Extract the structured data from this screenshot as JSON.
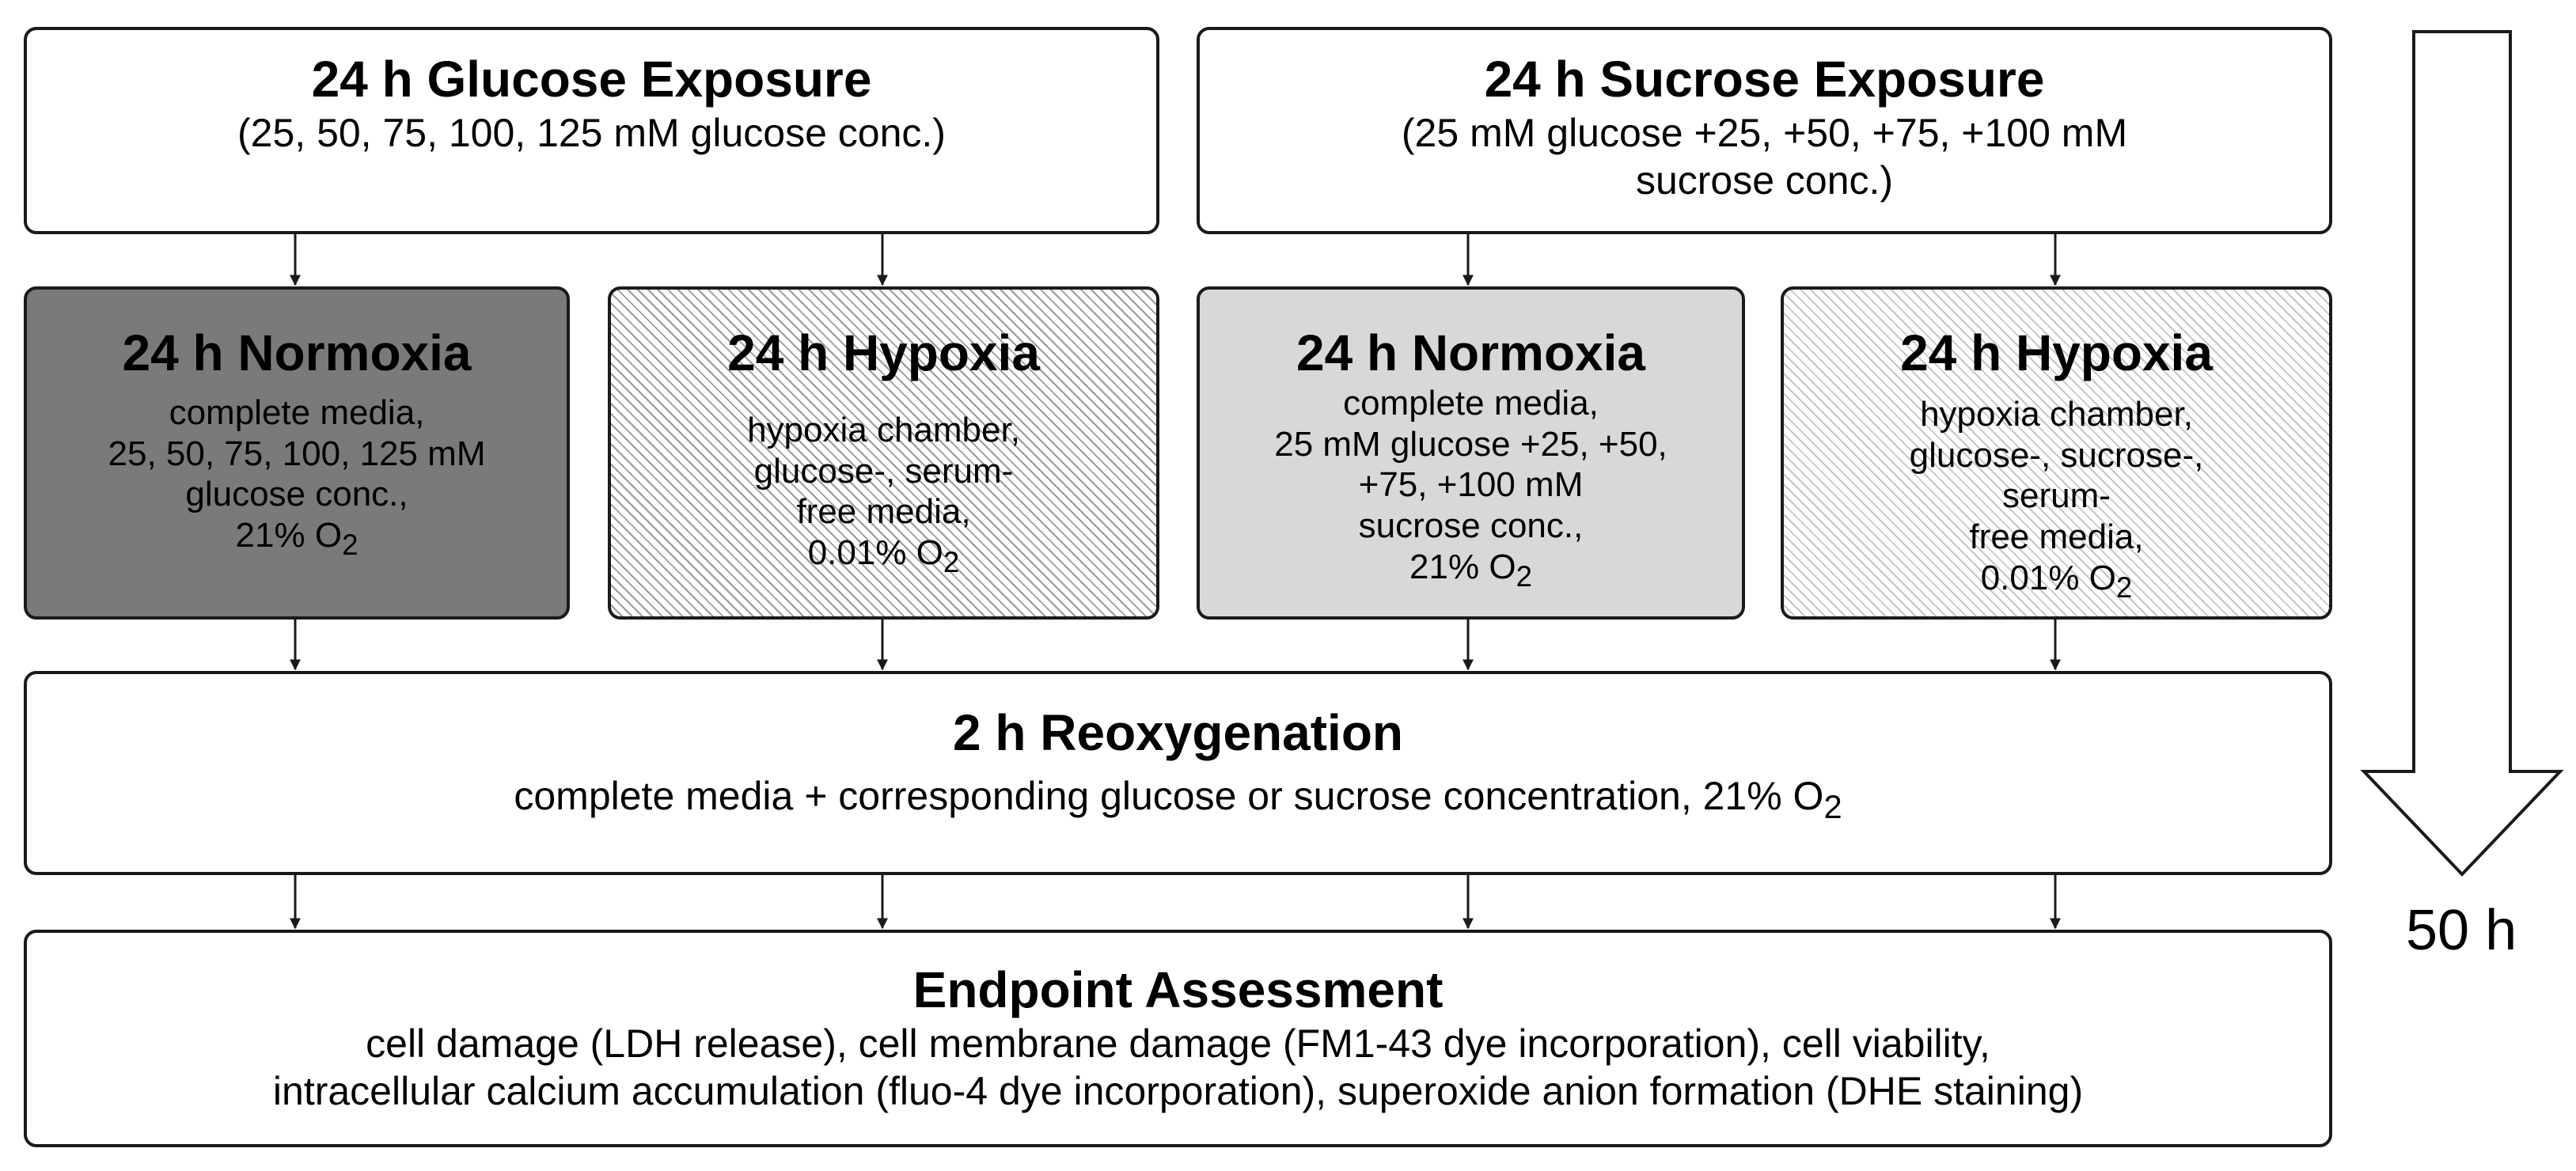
{
  "glucose_exposure": {
    "title": "24 h Glucose Exposure",
    "detail": "(25, 50, 75, 100, 125 mM glucose conc.)"
  },
  "sucrose_exposure": {
    "title": "24 h Sucrose Exposure",
    "detail_line1": "(25 mM glucose +25, +50, +75, +100 mM",
    "detail_line2": "sucrose conc.)"
  },
  "glucose_normoxia": {
    "title": "24 h Normoxia",
    "lines": [
      "complete media,",
      "25, 50, 75, 100, 125 mM",
      "glucose conc.,"
    ],
    "o2": "21% O",
    "o2_sub": "2"
  },
  "glucose_hypoxia": {
    "title": "24 h Hypoxia",
    "lines": [
      "hypoxia chamber,",
      "glucose-, serum-",
      "free media,"
    ],
    "o2": "0.01% O",
    "o2_sub": "2"
  },
  "sucrose_normoxia": {
    "title": "24 h Normoxia",
    "lines": [
      "complete media,",
      "25 mM glucose +25, +50,",
      "+75, +100 mM",
      "sucrose conc.,"
    ],
    "o2": "21% O",
    "o2_sub": "2"
  },
  "sucrose_hypoxia": {
    "title": "24 h Hypoxia",
    "lines": [
      "hypoxia chamber,",
      "glucose-, sucrose-,",
      "serum-",
      "free media,"
    ],
    "o2": "0.01% O",
    "o2_sub": "2"
  },
  "reoxygenation": {
    "title": "2 h Reoxygenation",
    "detail": "complete media + corresponding glucose or sucrose concentration, 21% O",
    "detail_sub": "2"
  },
  "endpoint": {
    "title": "Endpoint Assessment",
    "line1": "cell damage (LDH release), cell membrane damage (FM1-43 dye incorporation), cell viability,",
    "line2": "intracellular calcium accumulation (fluo-4 dye incorporation), superoxide anion formation (DHE staining)"
  },
  "timeline": {
    "duration": "50 h"
  },
  "colors": {
    "glucose_normoxia_fill": "#7a7a7a",
    "sucrose_normoxia_fill": "#d8d8d8",
    "border": "#1a1a1a"
  }
}
